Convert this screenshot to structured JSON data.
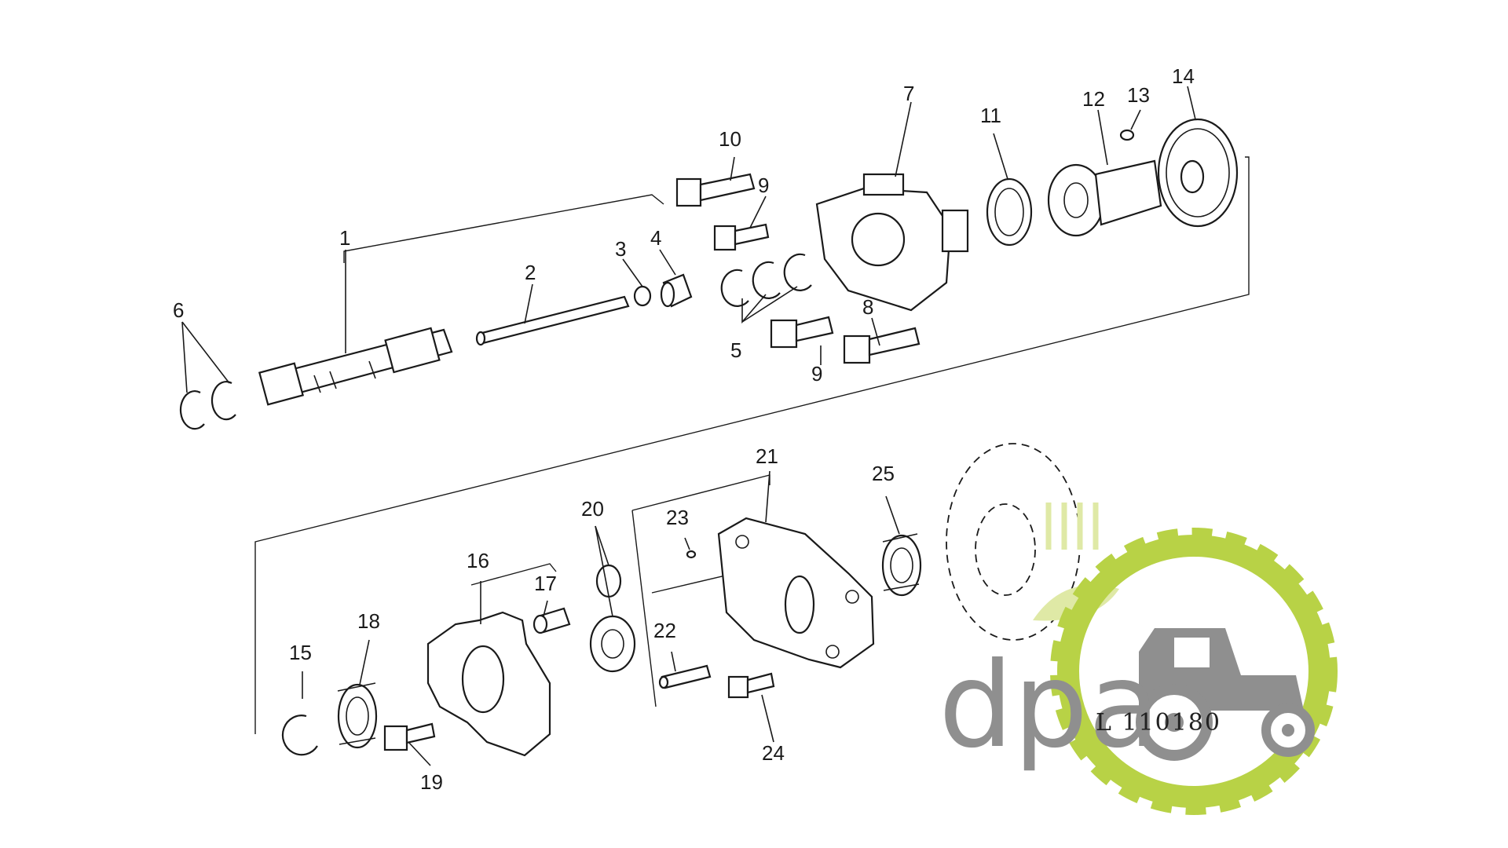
{
  "diagram": {
    "drawing_code": "L 110180",
    "callouts": [
      "1",
      "2",
      "3",
      "4",
      "5",
      "6",
      "7",
      "8",
      "9",
      "9",
      "10",
      "11",
      "12",
      "13",
      "14",
      "15",
      "16",
      "17",
      "18",
      "19",
      "20",
      "21",
      "22",
      "23",
      "24",
      "25"
    ]
  },
  "watermark": {
    "logo_text": "dpa",
    "colors": {
      "gray": "#8f8f8f",
      "green": "#b8d246",
      "light_green": "#dfe9a6"
    }
  }
}
